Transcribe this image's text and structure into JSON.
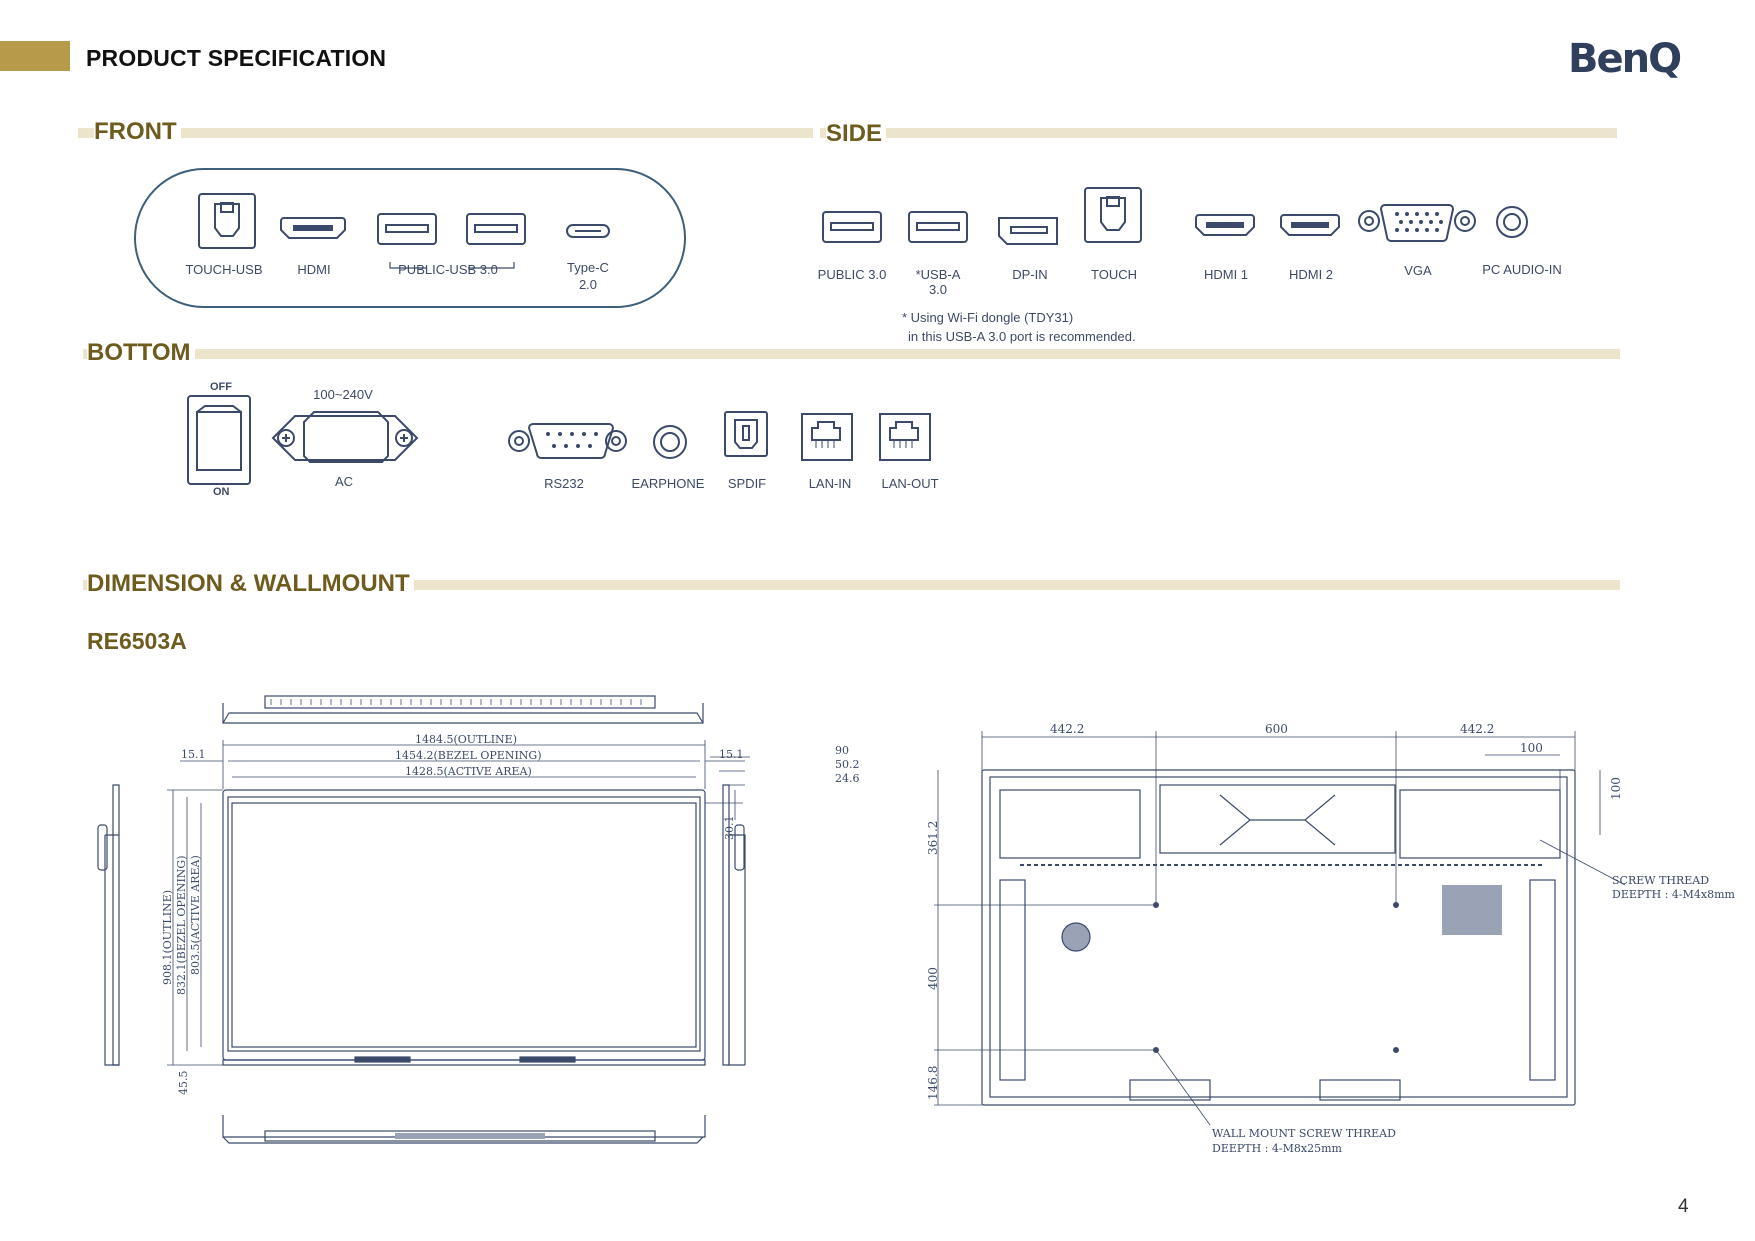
{
  "header": {
    "title": "PRODUCT SPECIFICATION",
    "logo": "BenQ",
    "page_number": "4"
  },
  "colors": {
    "accent": "#b79b4a",
    "section_title": "#6e5b1e",
    "section_line": "#ece5cc",
    "drawing": "#3b4a6b"
  },
  "front": {
    "title": "FRONT",
    "ports": [
      {
        "label": "TOUCH-USB",
        "icon": "usb-b-icon"
      },
      {
        "label": "HDMI",
        "icon": "hdmi-icon"
      },
      {
        "label": "PUBLIC-USB 3.0",
        "icon": "usb-a-icon"
      },
      {
        "label": "Type-C",
        "sub": "2.0",
        "icon": "usb-c-icon"
      }
    ]
  },
  "side": {
    "title": "SIDE",
    "ports": [
      {
        "label": "PUBLIC 3.0",
        "icon": "usb-a-icon"
      },
      {
        "label": "*USB-A",
        "sub": "3.0",
        "icon": "usb-a-icon"
      },
      {
        "label": "DP-IN",
        "icon": "displayport-icon"
      },
      {
        "label": "TOUCH",
        "icon": "usb-b-icon"
      },
      {
        "label": "HDMI 1",
        "icon": "hdmi-icon"
      },
      {
        "label": "HDMI 2",
        "icon": "hdmi-icon"
      },
      {
        "label": "VGA",
        "icon": "vga-icon"
      },
      {
        "label": "PC AUDIO-IN",
        "icon": "audio-jack-icon"
      }
    ],
    "note_line1": "* Using Wi-Fi dongle (TDY31)",
    "note_line2": "in this USB-A 3.0 port is recommended."
  },
  "bottom": {
    "title": "BOTTOM",
    "switch_off": "OFF",
    "switch_on": "ON",
    "voltage": "100~240V",
    "ports": [
      {
        "label": "AC",
        "icon": "ac-power-icon"
      },
      {
        "label": "RS232",
        "icon": "rs232-icon"
      },
      {
        "label": "EARPHONE",
        "icon": "audio-jack-icon"
      },
      {
        "label": "SPDIF",
        "icon": "spdif-icon"
      },
      {
        "label": "LAN-IN",
        "icon": "ethernet-icon"
      },
      {
        "label": "LAN-OUT",
        "icon": "ethernet-icon"
      }
    ]
  },
  "dimension": {
    "title": "DIMENSION & WALLMOUNT",
    "model": "RE6503A",
    "front_view": {
      "outline_width": "1484.5(OUTLINE)",
      "bezel_width": "1454.2(BEZEL OPENING)",
      "active_width": "1428.5(ACTIVE AREA)",
      "side_margin": "15.1",
      "outline_height": "908.1(OUTLINE)",
      "bezel_height": "832.1(BEZEL OPENING)",
      "active_height": "803.5(ACTIVE AREA)",
      "top_gap": "30.1",
      "bottom_gap": "45.5",
      "depth_total": "90",
      "depth_mid": "50.2",
      "depth_thin": "24.6"
    },
    "rear_view": {
      "left_span": "442.2",
      "center_span": "600",
      "right_span": "442.2",
      "corner_h": "100",
      "corner_v": "100",
      "top_to_hole": "361.2",
      "hole_spacing_v": "400",
      "hole_to_bottom": "146.8",
      "screw_thread_line1": "SCREW THREAD",
      "screw_thread_line2": "DEEPTH : 4-M4x8mm",
      "wall_mount_line1": "WALL MOUNT SCREW THREAD",
      "wall_mount_line2": "DEEPTH : 4-M8x25mm"
    }
  }
}
